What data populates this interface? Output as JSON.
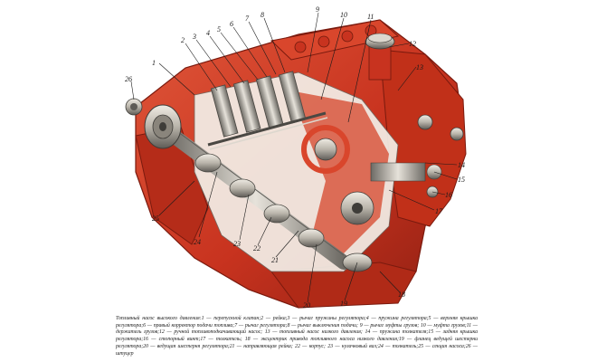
{
  "diagram": {
    "callouts": [
      "1",
      "2",
      "3",
      "4",
      "5",
      "6",
      "7",
      "8",
      "9",
      "10",
      "11",
      "12",
      "13",
      "14",
      "15",
      "16",
      "17",
      "18",
      "19",
      "20",
      "21",
      "22",
      "23",
      "24",
      "25",
      "26"
    ],
    "caption": "Топливный насос высокого давления:1 — перепускной клапан;2 — рейка;3 — рычаг пружины регулятора;4 — пружина регулятора;5 — верхняя крышка регулятора;6 — правый корректор подачи топлива;7 — рычаг регулятора;8 — рычаг выключения подачи; 9 — рычаг муфты грузов; 10 — муфта грузов;11 — держатель грузов;12 — ручной топливоподкачивающий насос; 13 — топливный насос низкого давления; 14 — пружина толкателя;15 — задняя крышка регулятора;16 — стопорный винт;17 — толкатель; 18 — эксцентрик привода топливного насоса низкого давления;19 — фланец ведущей шестерни регулятора;20 — ведущая шестерня регулятора;21 — направляющая рейка; 22 — корпус; 23 — кулачковый вал;24 — толкатель;25 — секция насоса;26 — штуцер"
  },
  "colors": {
    "body": "#c8331f",
    "body_dark": "#8e1f12",
    "body_light": "#e0573a",
    "metal": "#b9b4aa",
    "metal_dark": "#6d6a64",
    "metal_light": "#e6e2da"
  }
}
